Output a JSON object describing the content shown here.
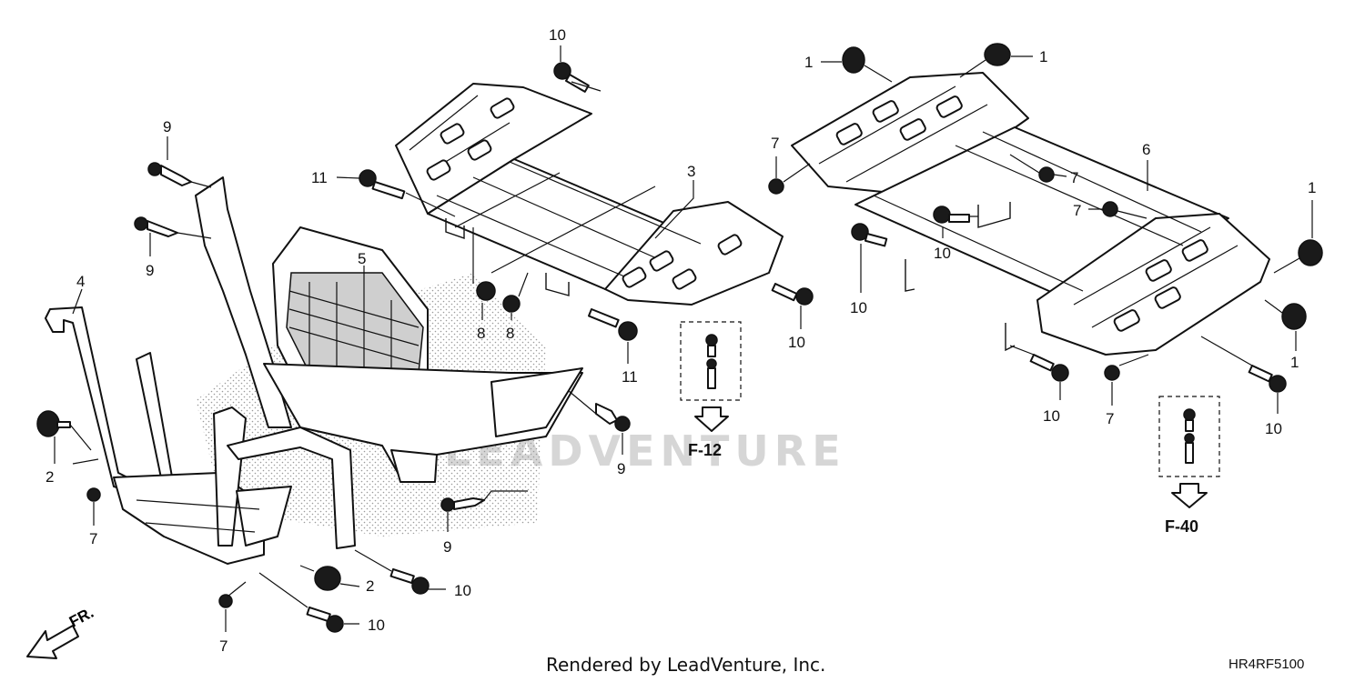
{
  "diagram": {
    "callouts": {
      "c1": "10",
      "c2": "11",
      "c3": "3",
      "c4": "10",
      "c5": "8",
      "c6": "8",
      "c7": "11",
      "c8": "9",
      "c9": "9",
      "c10": "5",
      "c11": "4",
      "c12": "2",
      "c13": "7",
      "c14": "9",
      "c15": "9",
      "c16": "2",
      "c17": "10",
      "c18": "10",
      "c19": "7",
      "c20": "1",
      "c21": "1",
      "c22": "7",
      "c23": "7",
      "c24": "7",
      "c25": "6",
      "c26": "10",
      "c27": "10",
      "c28": "1",
      "c29": "1",
      "c30": "10",
      "c31": "7",
      "c32": "10"
    },
    "references": {
      "ref_f12": "F-12",
      "ref_f40": "F-40"
    },
    "front_marker": "FR.",
    "watermark": "LEADVENTURE",
    "footer": {
      "rendered_by": "Rendered by LeadVenture, Inc.",
      "diagram_code": "HR4RF5100"
    }
  }
}
